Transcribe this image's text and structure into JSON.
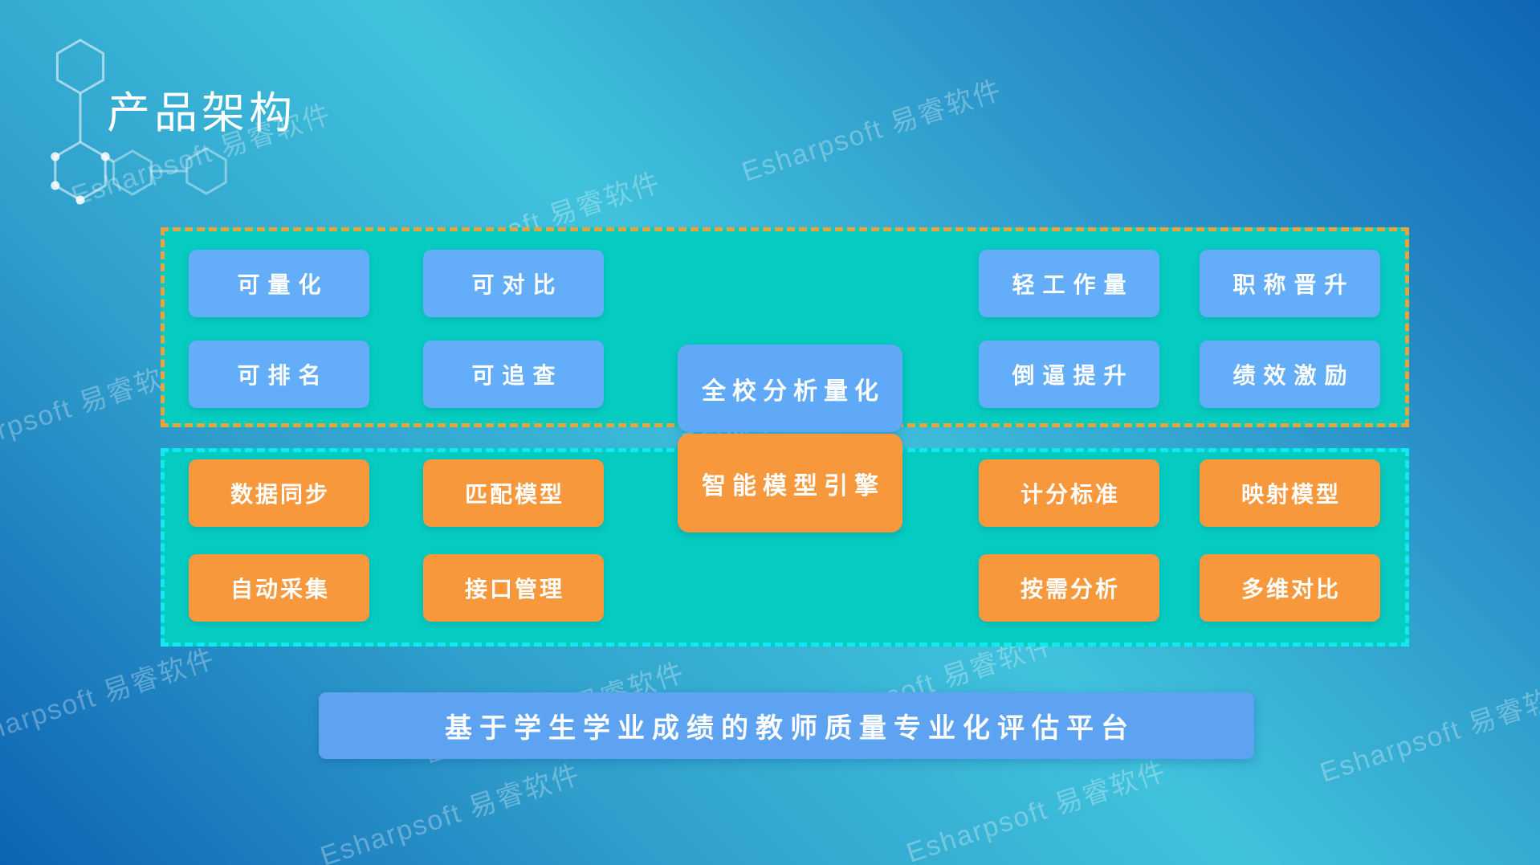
{
  "slide": {
    "title": "产品架构",
    "watermark_text": "Esharpsoft 易睿软件"
  },
  "architecture": {
    "value_layer": {
      "border_color": "#e8a33c",
      "fill_color": "#06cbc0",
      "chip_color": "#64adf8",
      "items": [
        "可量化",
        "可对比",
        "轻工作量",
        "职称晋升",
        "可排名",
        "可追查",
        "倒逼提升",
        "绩效激励"
      ]
    },
    "engine_layer": {
      "border_color": "#12e8f0",
      "fill_color": "#06cbc0",
      "chip_color": "#f7983d",
      "items": [
        "数据同步",
        "匹配模型",
        "计分标准",
        "映射模型",
        "自动采集",
        "接口管理",
        "按需分析",
        "多维对比"
      ]
    },
    "center": {
      "analysis_label": "全校分析量化",
      "engine_label": "智能模型引擎"
    },
    "platform_label": "基于学生学业成绩的教师质量专业化评估平台"
  },
  "colors": {
    "background_light": "#40c2dc",
    "background_dark": "#0d64b4",
    "platform_bar": "#5ea2f2"
  }
}
